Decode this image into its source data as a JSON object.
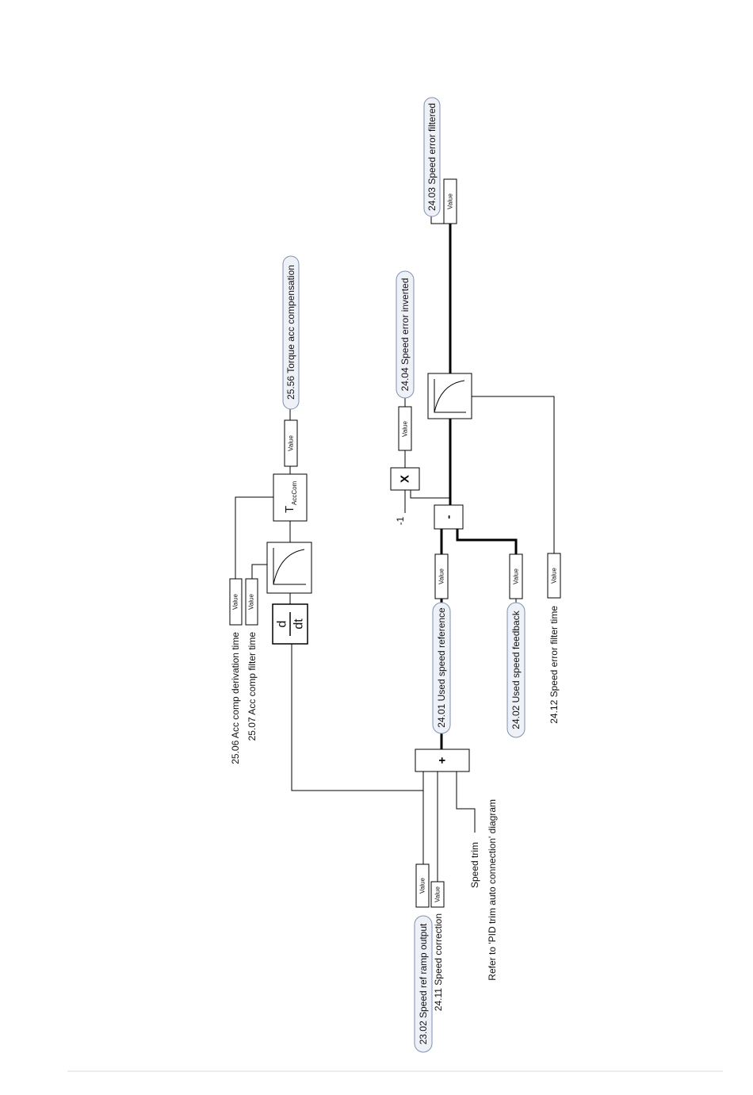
{
  "signals": {
    "speed_ref_ramp_output": "23.02 Speed ref ramp output",
    "speed_correction": "24.11 Speed correction",
    "speed_trim": "Speed trim",
    "pid_trim_note": "Refer to 'PID trim auto connection' diagram",
    "acc_comp_derivation_time": "25.06 Acc comp derivation time",
    "acc_comp_filter_time": "25.07 Acc comp filter time",
    "used_speed_reference": "24.01 Used speed reference",
    "used_speed_feedback": "24.02 Used speed feedback",
    "speed_error_filter_time": "24.12 Speed error filter time",
    "torque_acc_compensation": "25.56 Torque acc compensation",
    "speed_error_inverted": "24.04 Speed error inverted",
    "speed_error_filtered": "24.03 Speed error filtered"
  },
  "value_label": "Value",
  "operators": {
    "sum": "+",
    "subtract": "-",
    "multiply": "X",
    "minus_one": "-1",
    "deriv_num": "d",
    "deriv_den": "dt",
    "tacc_main": "T",
    "tacc_sub": "AccCom"
  }
}
